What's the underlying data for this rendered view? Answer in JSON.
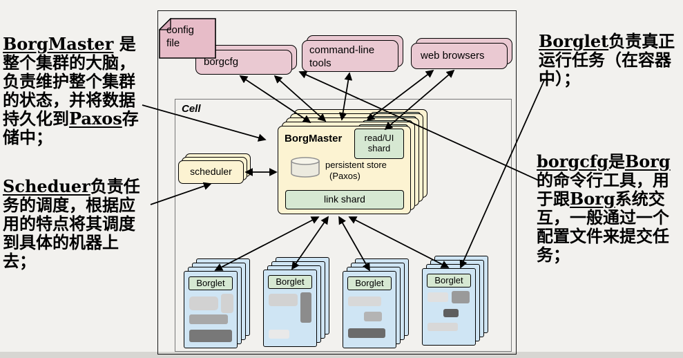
{
  "colors": {
    "box_pink": "#eac9d2",
    "box_yellow": "#fcf3d2",
    "box_green": "#d6e8d2",
    "box_blue": "#cfe5f4",
    "arrow": "#000000"
  },
  "annotations": {
    "left1": {
      "u1": "BorgMaster",
      "t1": " 是整个集群的大脑，负责维护整个集群的状态，并将数据持久化到",
      "u2": "Paxos",
      "t2": "存储中；"
    },
    "left2": {
      "u1": "Scheduer",
      "t1": "负责任务的调度，根据应用的特点将其调度到具体的机器上去；"
    },
    "right1": {
      "u1": "Borglet",
      "t1": "负责真正运行任务（在容器中）；"
    },
    "right2": {
      "u1": "borgcfg",
      "t1": "是",
      "u2": "Borg",
      "t2": "的命令行工具，用于跟",
      "u3": "Borg",
      "t3": "系统交互，一般通过一个配置文件来提交任务；"
    }
  },
  "diagram": {
    "cell": "Cell",
    "config_file": "config file",
    "borgcfg": "borgcfg",
    "command_line_tools": "command-line tools",
    "web_browsers": "web browsers",
    "borgmaster": "BorgMaster",
    "read_ui_shard": "read/UI shard",
    "persistent_store": "persistent store",
    "paxos": "(Paxos)",
    "link_shard": "link shard",
    "scheduler": "scheduler",
    "borglet": "Borglet"
  }
}
